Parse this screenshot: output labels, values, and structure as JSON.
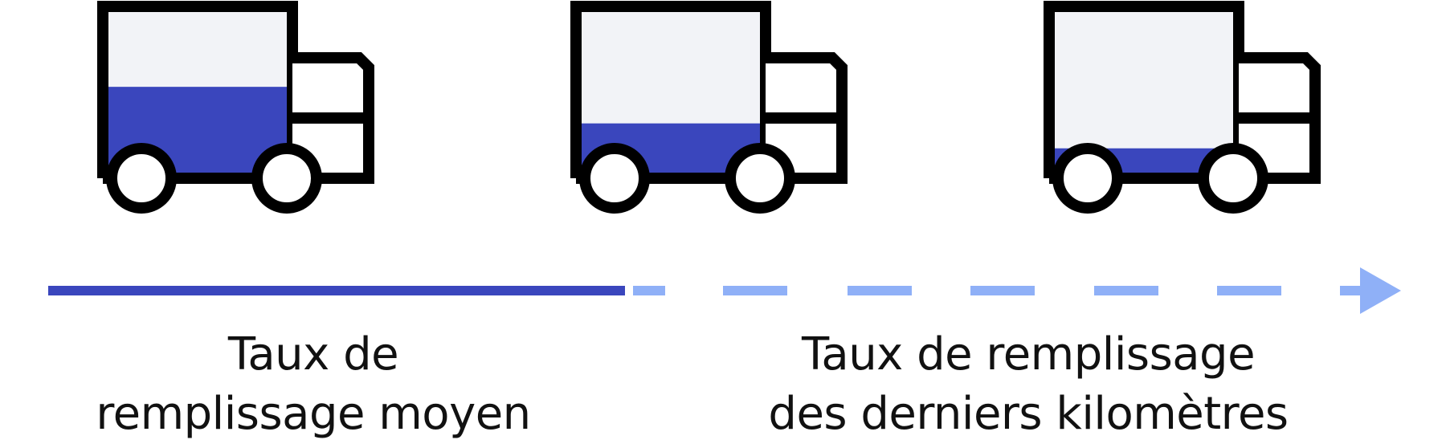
{
  "colors": {
    "fill": "#3a46bd",
    "box_empty": "#f2f3f7",
    "outline": "#000000",
    "line_solid": "#3a46bd",
    "line_dashed": "#8fb0f7"
  },
  "trucks": [
    {
      "fill_level": 0.55
    },
    {
      "fill_level": 0.33
    },
    {
      "fill_level": 0.18
    }
  ],
  "timeline": {
    "solid_segment": "moyen",
    "dashed_segment": "derniers kilomètres",
    "arrow": "arrow-right-icon"
  },
  "labels": {
    "left": {
      "line1": "Taux de",
      "line2": "remplissage moyen"
    },
    "right": {
      "line1": "Taux de remplissage",
      "line2": "des derniers kilomètres"
    }
  }
}
